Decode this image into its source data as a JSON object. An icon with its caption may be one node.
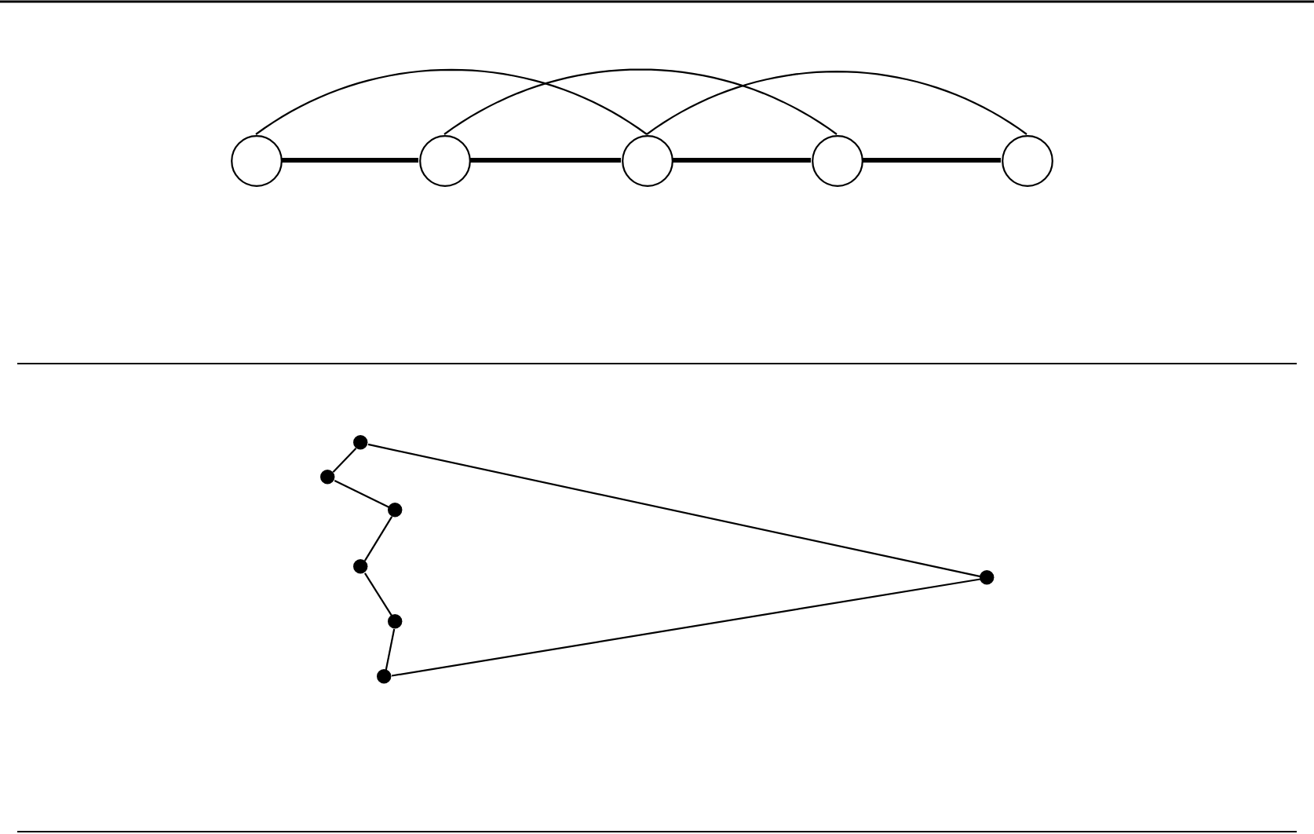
{
  "diagram": {
    "nodes": [
      {
        "text": [],
        "shape": "circle"
      },
      {
        "text": [],
        "shape": "circle"
      },
      {
        "text": [],
        "shape": "circle"
      },
      {
        "text": [],
        "shape": "circle"
      },
      {
        "text": [],
        "shape": "circle"
      },
      {
        "text": [],
        "shape": "dot"
      },
      {
        "text": [],
        "shape": "dot"
      },
      {
        "text": [],
        "shape": "dot"
      },
      {
        "text": [],
        "shape": "dot"
      },
      {
        "text": [],
        "shape": "dot"
      },
      {
        "text": [],
        "shape": "dot"
      },
      {
        "text": [],
        "shape": "dot"
      }
    ],
    "edges": [
      {
        "from": 0,
        "to": 1,
        "arrow": "none",
        "style": "thick"
      },
      {
        "from": 1,
        "to": 2,
        "arrow": "none",
        "style": "thick"
      },
      {
        "from": 2,
        "to": 3,
        "arrow": "none",
        "style": "thick"
      },
      {
        "from": 3,
        "to": 4,
        "arrow": "none",
        "style": "thick"
      },
      {
        "from": 0,
        "to": 2,
        "arrow": "none"
      },
      {
        "from": 1,
        "to": 3,
        "arrow": "none"
      },
      {
        "from": 2,
        "to": 4,
        "arrow": "none"
      },
      {
        "from": 5,
        "to": 6,
        "arrow": "none"
      },
      {
        "from": 6,
        "to": 7,
        "arrow": "none"
      },
      {
        "from": 7,
        "to": 8,
        "arrow": "none"
      },
      {
        "from": 8,
        "to": 10,
        "arrow": "none"
      },
      {
        "from": 10,
        "to": 11,
        "arrow": "none"
      },
      {
        "from": 11,
        "to": 9,
        "arrow": "none"
      },
      {
        "from": 9,
        "to": 5,
        "arrow": "none"
      }
    ]
  }
}
